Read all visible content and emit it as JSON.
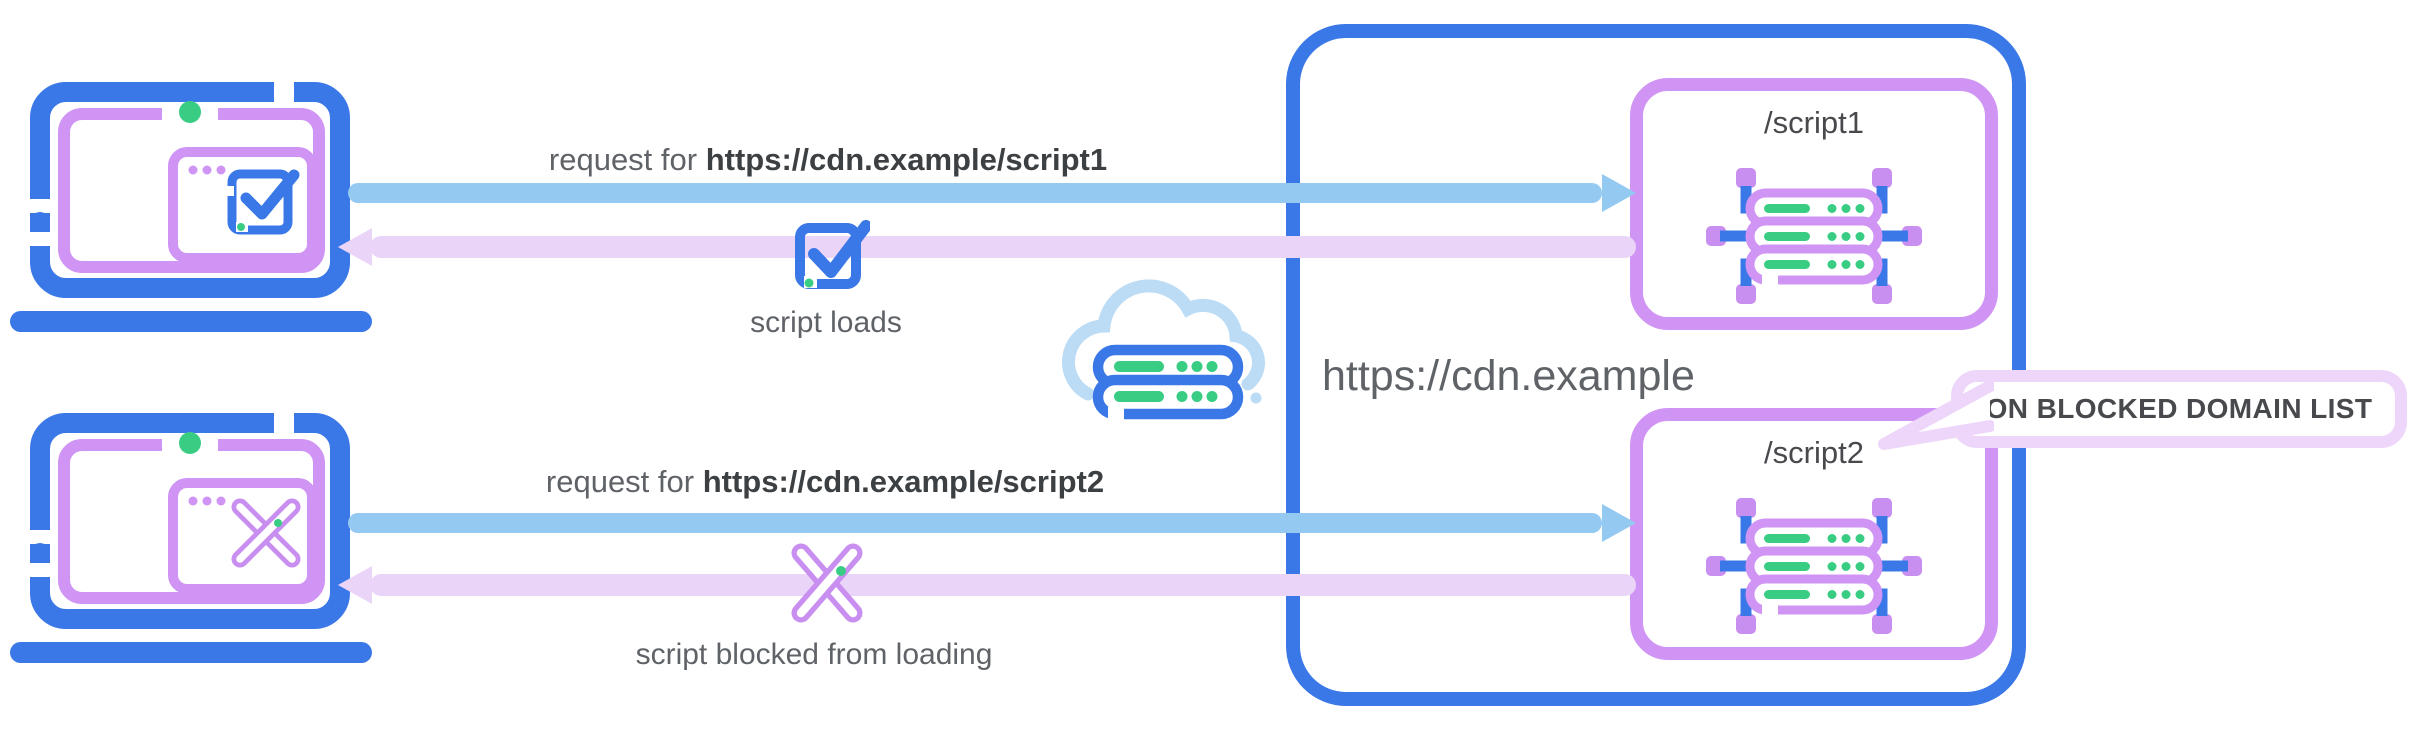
{
  "palette": {
    "blue": "#3b78e7",
    "light_blue_arrow": "#94c9f2",
    "cloud_blue": "#bcdcf5",
    "purple": "#cf94f4",
    "purple_deep": "#c98ff0",
    "lavender_arrow": "#ead5f8",
    "callout_border": "#edd6fa",
    "green": "#39cd84",
    "text_gray": "#5f6368",
    "text_dark": "#3c4043"
  },
  "flows": [
    {
      "request_prefix": "request for ",
      "request_url": "https://cdn.example/script1",
      "response_caption": "script loads",
      "response_icon": "check-square-icon",
      "client_icon": "laptop-check-icon"
    },
    {
      "request_prefix": "request for ",
      "request_url": "https://cdn.example/script2",
      "response_caption": "script blocked from loading",
      "response_icon": "blocked-cross-icon",
      "client_icon": "laptop-cross-icon"
    }
  ],
  "cdn": {
    "domain": "https://cdn.example",
    "endpoints": [
      {
        "path": "/script1"
      },
      {
        "path": "/script2",
        "annotation": "ON BLOCKED DOMAIN LIST"
      }
    ]
  },
  "callout": {
    "label": "ON BLOCKED DOMAIN LIST"
  },
  "icons": {
    "cloud": "cloud-server-icon",
    "server": "server-stack-icon"
  }
}
